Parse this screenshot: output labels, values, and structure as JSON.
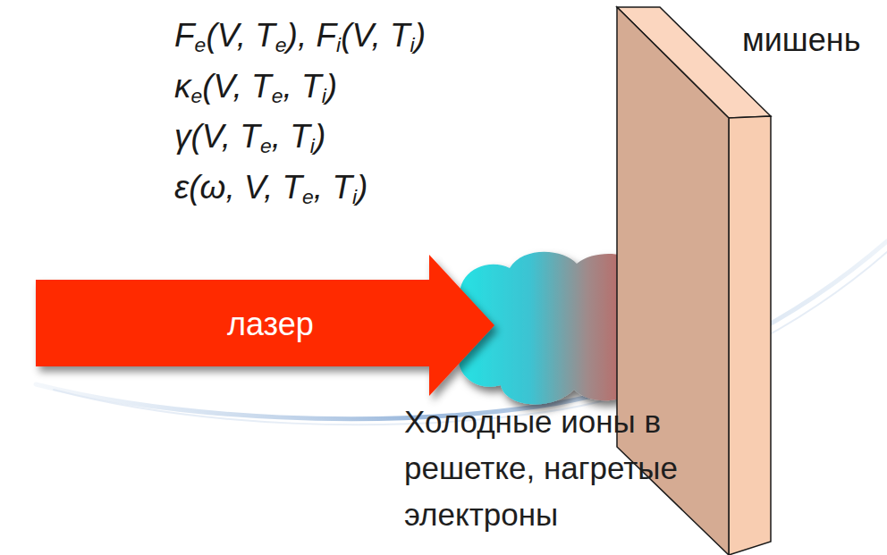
{
  "diagram": {
    "nodes": [
      {
        "text": [
          "лазер"
        ]
      },
      {
        "text": [
          "мишень"
        ]
      }
    ],
    "labels": [
      "Fe(V, Te), Fi(V, Ti)",
      "κe(V, Te, Ti)",
      "γ(V, Te, Ti)",
      "ε(ω, V, Te, Ti)",
      "Холодные ионы в решетке, нагретые электроны"
    ]
  }
}
